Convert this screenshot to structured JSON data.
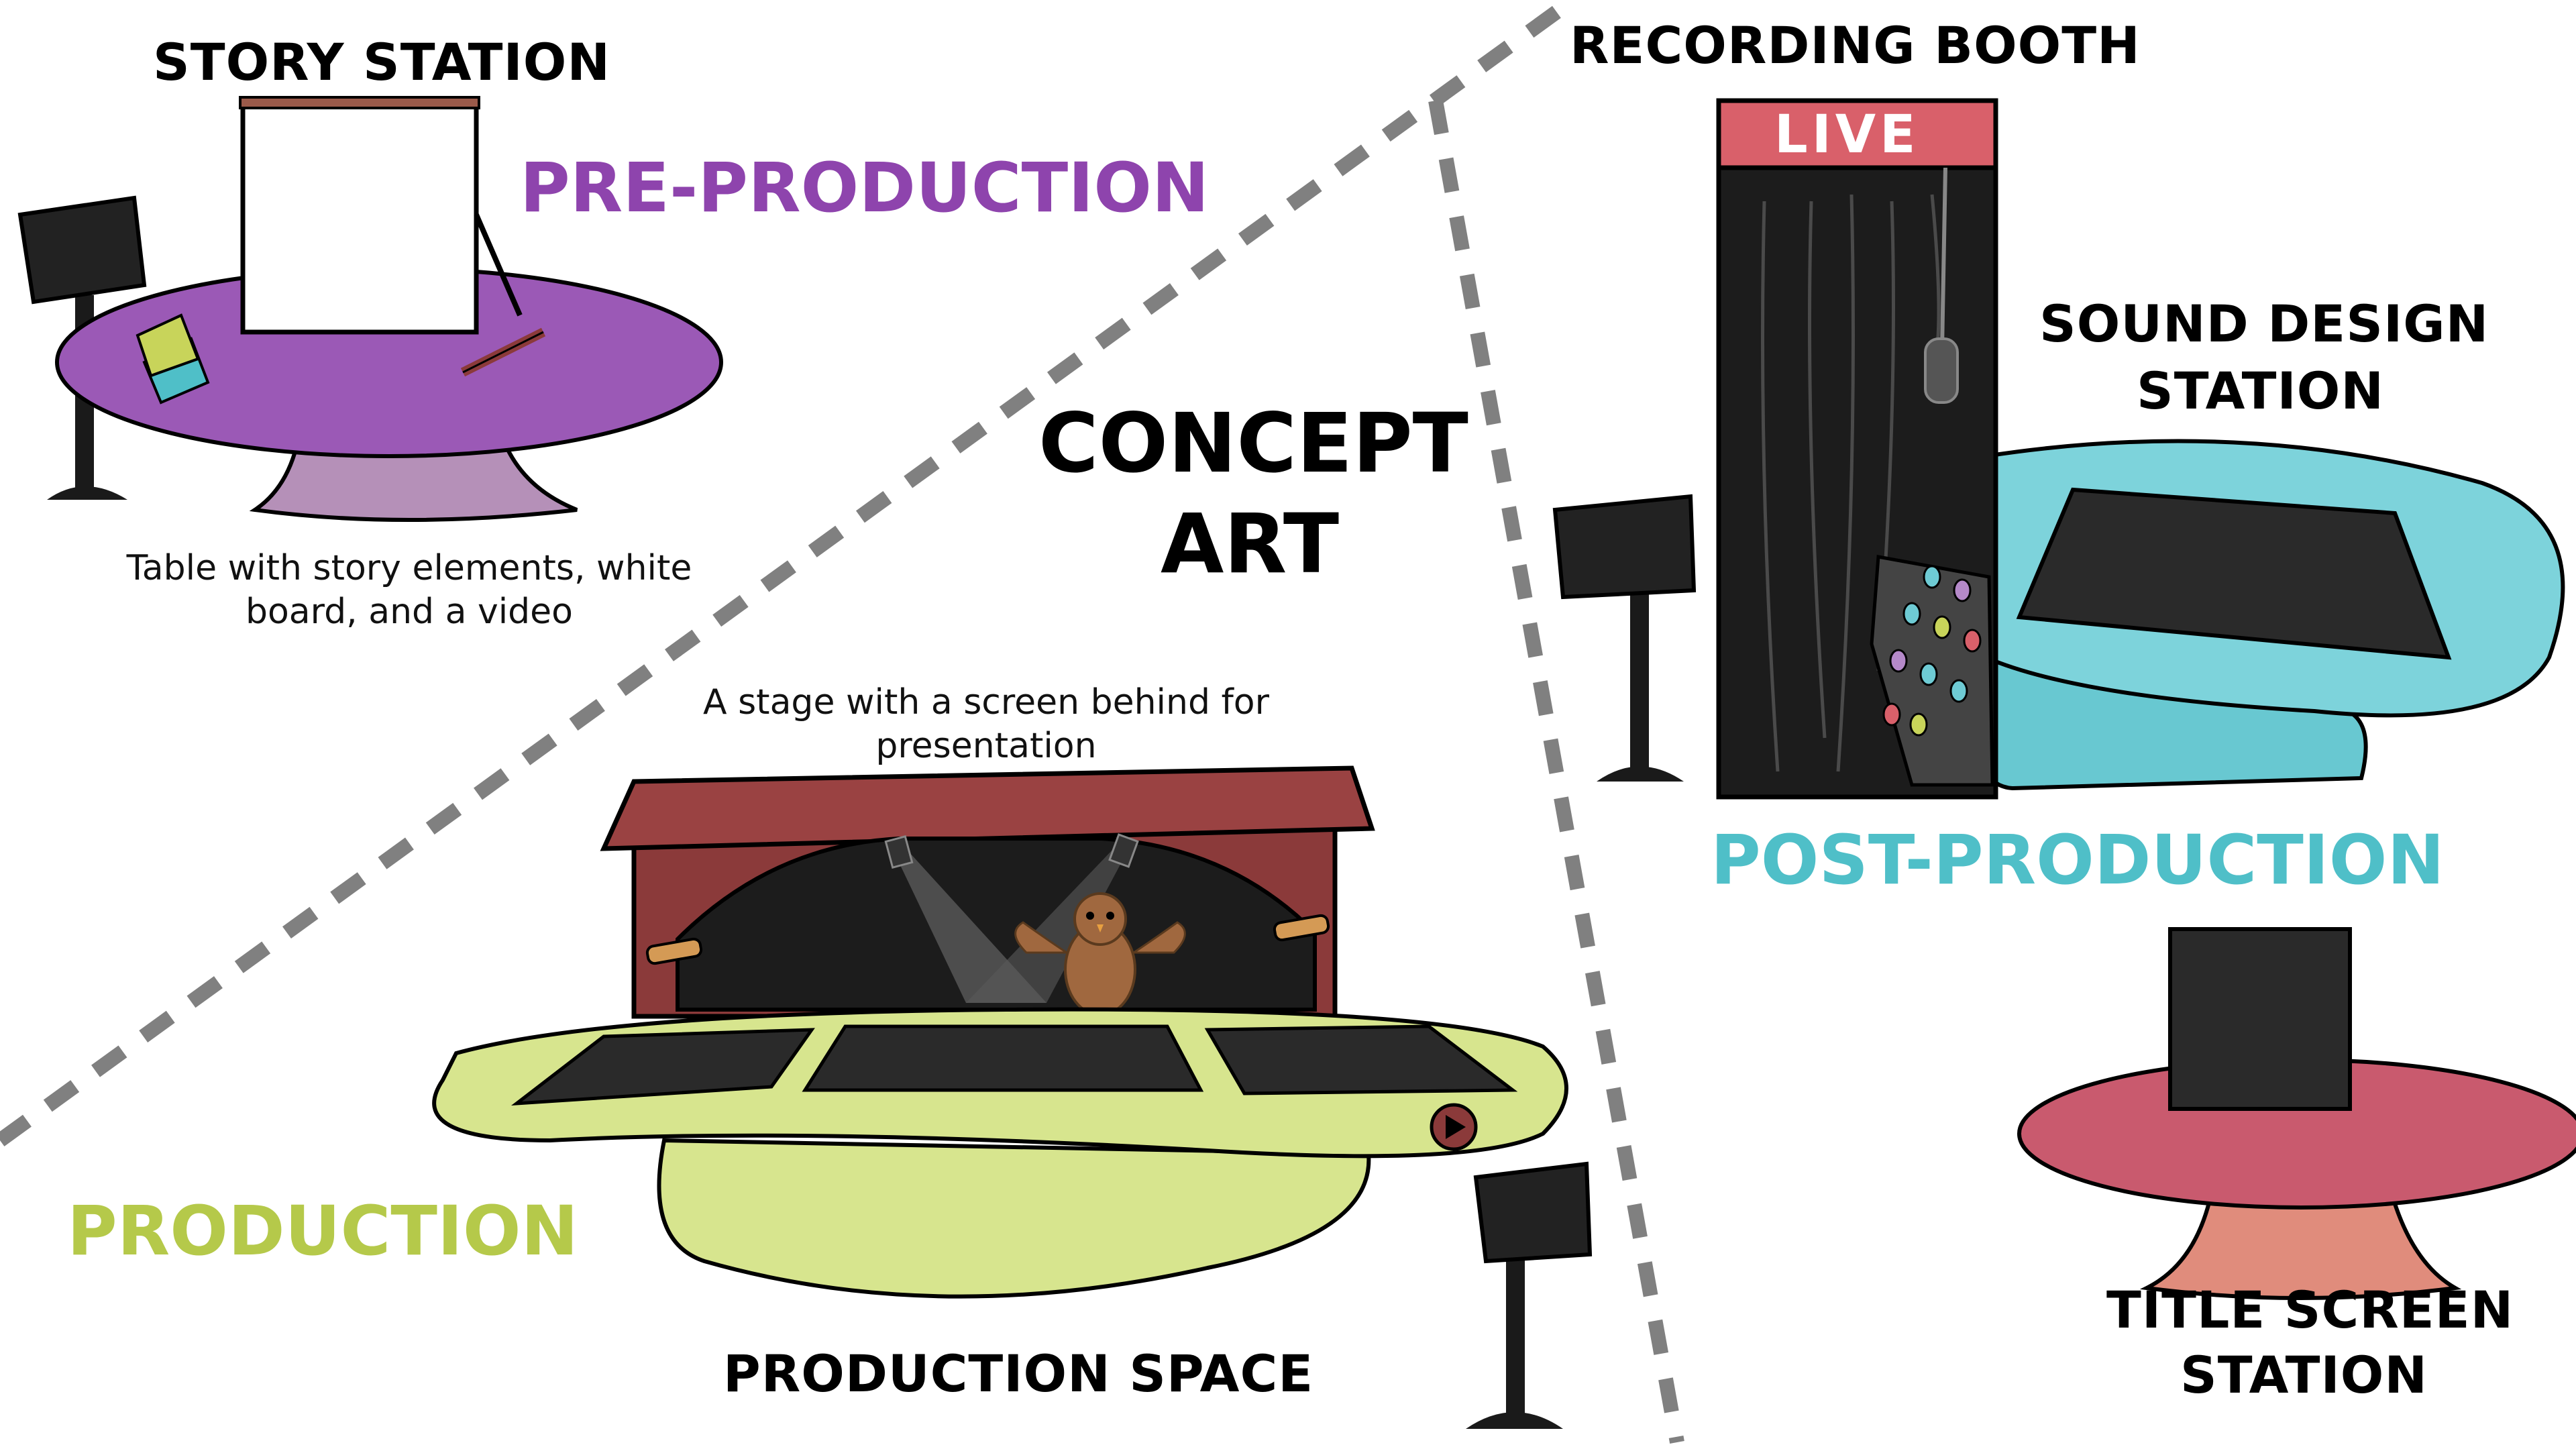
{
  "labels": {
    "story_station": "STORY STATION",
    "pre_production": "PRE-PRODUCTION",
    "concept_art_1": "CONCEPT",
    "concept_art_2": "ART",
    "recording_booth": "RECORDING BOOTH",
    "live_sign": "LIVE",
    "sound_design_1": "SOUND DESIGN",
    "sound_design_2": "STATION",
    "post_production": "POST-PRODUCTION",
    "production": "PRODUCTION",
    "production_space": "PRODUCTION SPACE",
    "title_screen_1": "TITLE SCREEN",
    "title_screen_2": "STATION"
  },
  "captions": {
    "story_station_line1": "Table with story elements, white",
    "story_station_line2": "board, and a video",
    "stage_line1": "A stage with a screen behind for",
    "stage_line2": "presentation"
  },
  "colors": {
    "pre_production": "#8e44ad",
    "post_production": "#4fbfc8",
    "production": "#b5c94a",
    "divider": "#808080",
    "story_table": "#9b59b6",
    "sound_table": "#6ecbd4",
    "production_table": "#d7e58e",
    "title_table": "#c95a6e",
    "stage_wall": "#8b3a3a",
    "live_sign": "#d9606a"
  }
}
